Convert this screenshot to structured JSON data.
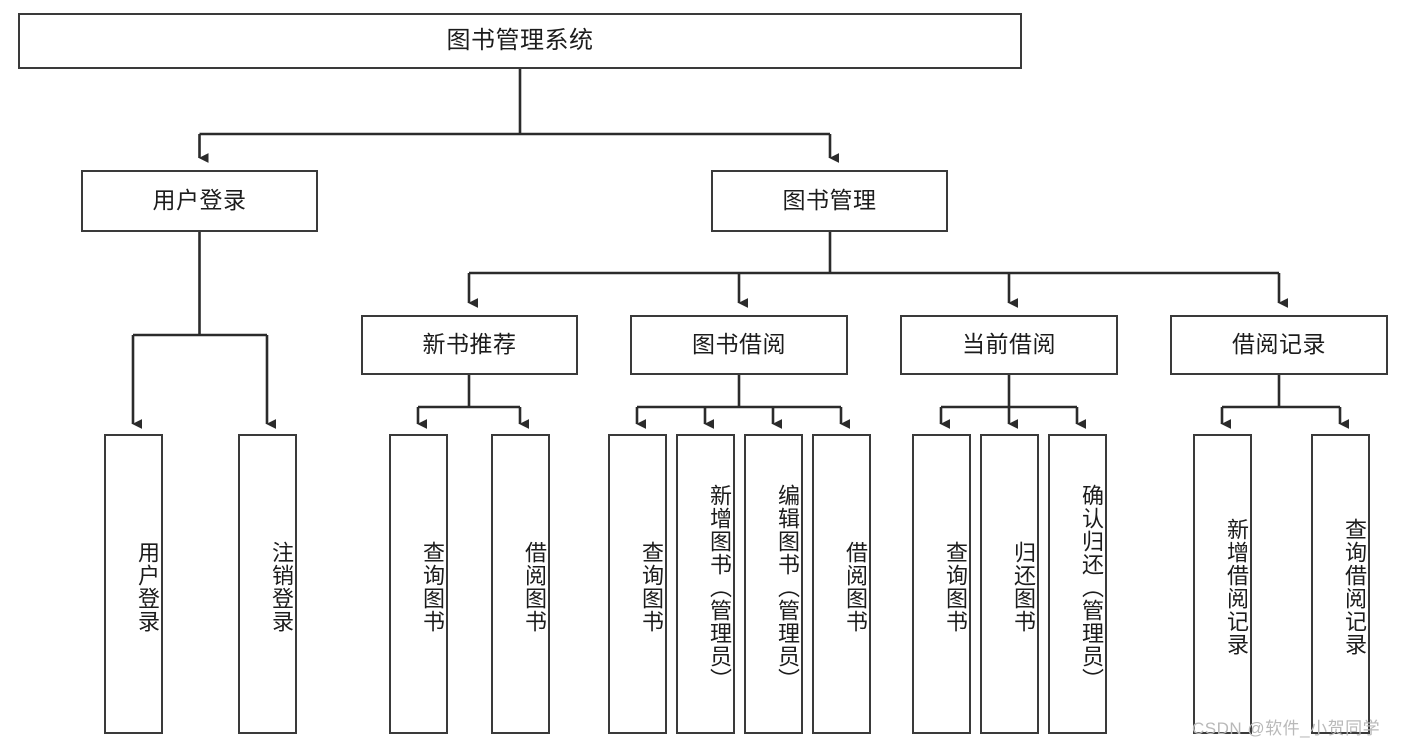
{
  "diagram": {
    "title": "图书管理系统",
    "type": "tree-hierarchy-chart",
    "root": {
      "label": "图书管理系统"
    },
    "level2": [
      {
        "label": "用户登录"
      },
      {
        "label": "图书管理"
      }
    ],
    "level3": [
      {
        "label": "新书推荐"
      },
      {
        "label": "图书借阅"
      },
      {
        "label": "当前借阅"
      },
      {
        "label": "借阅记录"
      }
    ],
    "leaves": {
      "user_login": [
        {
          "label": "用户登录"
        },
        {
          "label": "注销登录"
        }
      ],
      "new_book_recommend": [
        {
          "label": "查询图书"
        },
        {
          "label": "借阅图书"
        }
      ],
      "book_borrow": [
        {
          "label": "查询图书"
        },
        {
          "label": "新增图书（管理员）"
        },
        {
          "label": "编辑图书（管理员）"
        },
        {
          "label": "借阅图书"
        }
      ],
      "current_borrow": [
        {
          "label": "查询图书"
        },
        {
          "label": "归还图书"
        },
        {
          "label": "确认归还（管理员）"
        }
      ],
      "borrow_record": [
        {
          "label": "新增借阅记录"
        },
        {
          "label": "查询借阅记录"
        }
      ]
    },
    "watermark": "CSDN @软件_小贺同学",
    "colors": {
      "stroke": "#3a3a3a",
      "background": "#ffffff",
      "text": "#1c1c1c",
      "watermark": "#b9b9b9"
    }
  }
}
